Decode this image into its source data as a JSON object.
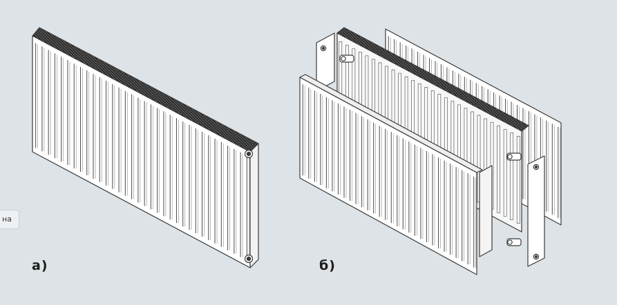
{
  "captions": {
    "a": "а)",
    "b": "б)"
  },
  "side_tab": {
    "label": "на"
  },
  "colors": {
    "background": "#dde3e7",
    "panel": "#ffffff",
    "line": "#3a3a3a",
    "grille": "#2e2e2e"
  }
}
